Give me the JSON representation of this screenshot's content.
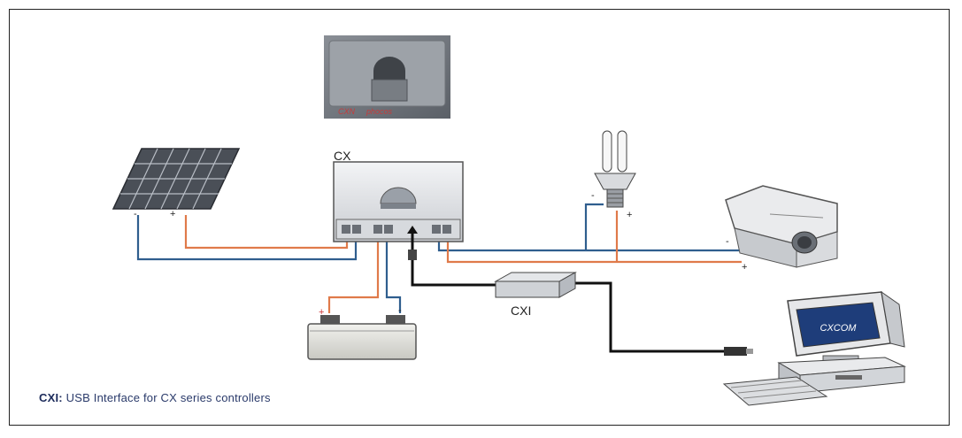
{
  "labels": {
    "controller": "CX",
    "interface": "CXI",
    "monitor_screen": "CXCOM",
    "photo_model": "CXN",
    "photo_brand": "phocos"
  },
  "caption": {
    "bold": "CXI:",
    "text": "USB Interface for CX series controllers"
  },
  "polarity": {
    "minus": "-",
    "plus": "+"
  },
  "colors": {
    "positive_wire": "#e07a4a",
    "negative_wire": "#2f5e8e",
    "data_cable": "#111111",
    "caption": "#2a3a6a"
  }
}
